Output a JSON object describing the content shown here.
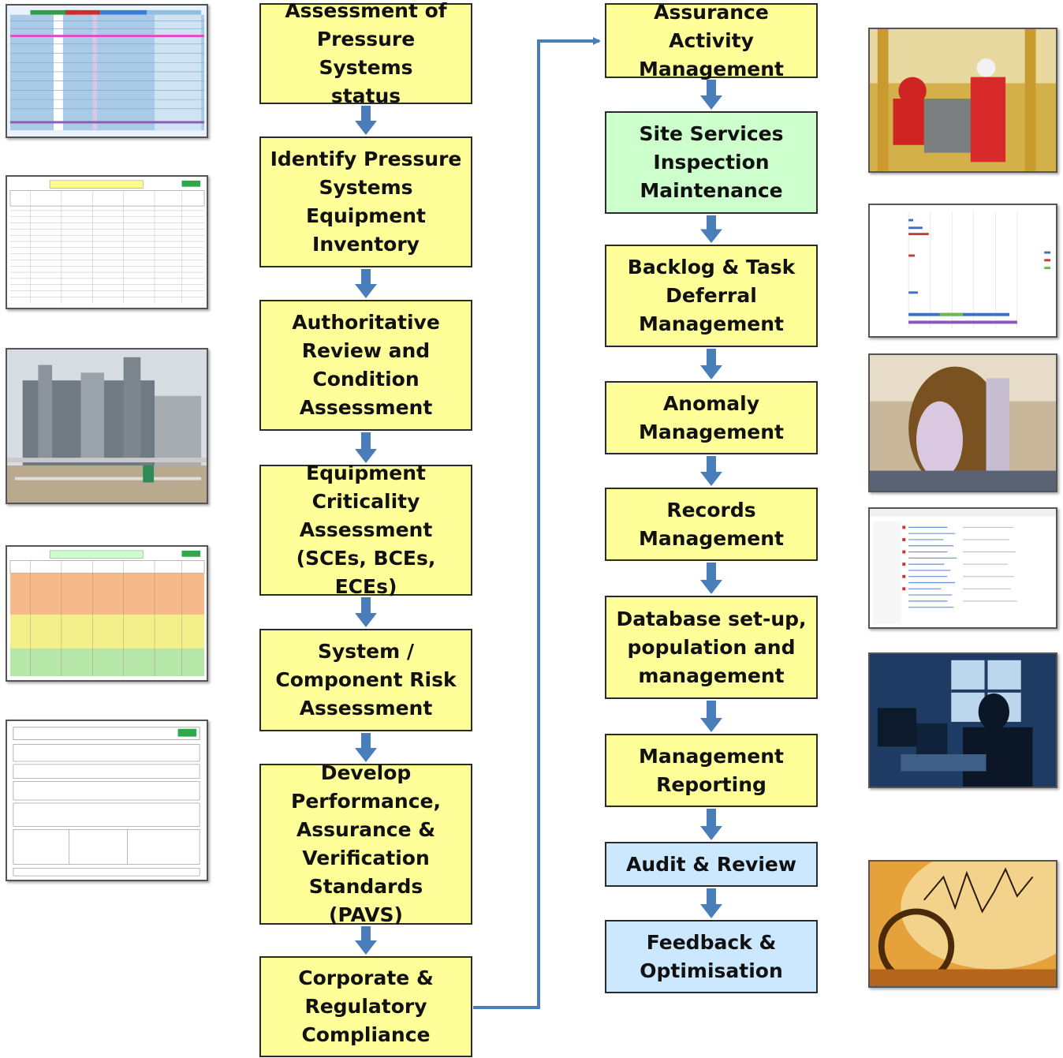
{
  "colors": {
    "step": "#ffff99",
    "service": "#ccffcc",
    "review": "#cce8ff",
    "arrow": "#4a7ebb",
    "border": "#2b2b2b"
  },
  "left_column": [
    {
      "label": "Assessment of\nPressure Systems\nstatus",
      "kind": "step"
    },
    {
      "label": "Identify Pressure\nSystems\nEquipment\nInventory",
      "kind": "step"
    },
    {
      "label": "Authoritative\nReview and\nCondition\nAssessment",
      "kind": "step"
    },
    {
      "label": "Equipment\nCriticality\nAssessment\n(SCEs, BCEs, ECEs)",
      "kind": "step"
    },
    {
      "label": "System /\nComponent Risk\nAssessment",
      "kind": "step"
    },
    {
      "label": "Develop\nPerformance,\nAssurance &\nVerification\nStandards (PAVS)",
      "kind": "step"
    },
    {
      "label": "Corporate &\nRegulatory\nCompliance",
      "kind": "step"
    }
  ],
  "right_column": [
    {
      "label": "Assurance Activity\nManagement",
      "kind": "step"
    },
    {
      "label": "Site Services\nInspection\nMaintenance",
      "kind": "service"
    },
    {
      "label": "Backlog & Task\nDeferral\nManagement",
      "kind": "step"
    },
    {
      "label": "Anomaly\nManagement",
      "kind": "step"
    },
    {
      "label": "Records\nManagement",
      "kind": "step"
    },
    {
      "label": "Database set-up,\npopulation and\nmanagement",
      "kind": "step"
    },
    {
      "label": "Management\nReporting",
      "kind": "step"
    },
    {
      "label": "Audit & Review",
      "kind": "review"
    },
    {
      "label": "Feedback &\nOptimisation",
      "kind": "review"
    }
  ],
  "left_images": [
    {
      "name": "spreadsheet-status-image"
    },
    {
      "name": "spreadsheet-inventory-image"
    },
    {
      "name": "plant-photo-image"
    },
    {
      "name": "spreadsheet-criticality-image"
    },
    {
      "name": "pavs-form-image"
    }
  ],
  "right_images": [
    {
      "name": "technicians-photo-image"
    },
    {
      "name": "bar-chart-image"
    },
    {
      "name": "corrosion-photo-image"
    },
    {
      "name": "database-screen-image"
    },
    {
      "name": "computer-operator-photo-image"
    },
    {
      "name": "magnifier-chart-photo-image"
    }
  ]
}
